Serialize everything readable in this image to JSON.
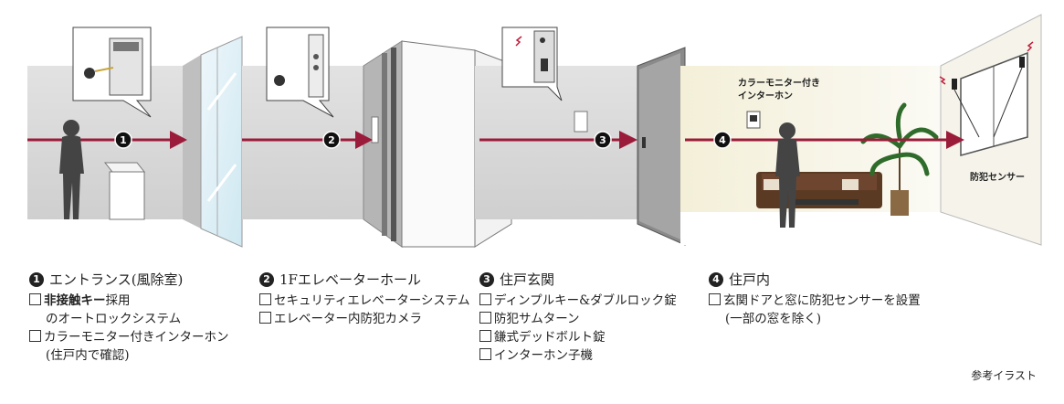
{
  "scene": {
    "monitor_label_line1": "カラーモニター付き",
    "monitor_label_line2": "インターホン",
    "sensor_label": "防犯センサー",
    "markers": [
      "1",
      "2",
      "3",
      "4"
    ]
  },
  "sections": [
    {
      "num": "1",
      "title": "エントランス(風除室)",
      "items": [
        {
          "prefix_bold": "非接触キー",
          "text": "採用"
        },
        {
          "sub": "のオートロックシステム"
        },
        {
          "text": "カラーモニター付きインターホン"
        },
        {
          "sub": "(住戸内で確認)"
        }
      ]
    },
    {
      "num": "2",
      "title": "1Fエレベーターホール",
      "items": [
        {
          "text": "セキュリティエレベーターシステム"
        },
        {
          "text": "エレベーター内防犯カメラ"
        }
      ]
    },
    {
      "num": "3",
      "title": "住戸玄関",
      "items": [
        {
          "text": "ディンプルキー&ダブルロック錠"
        },
        {
          "text": "防犯サムターン"
        },
        {
          "text": "鎌式デッドボルト錠"
        },
        {
          "text": "インターホン子機"
        }
      ]
    },
    {
      "num": "4",
      "title": "住戸内",
      "items": [
        {
          "text": "玄関ドアと窓に防犯センサーを設置"
        },
        {
          "sub": "(一部の窓を除く)"
        }
      ]
    }
  ],
  "note": "参考イラスト",
  "colors": {
    "arrow": "#9a1c3a",
    "wall": "#d8d8d8",
    "floor": "#ffffff"
  }
}
